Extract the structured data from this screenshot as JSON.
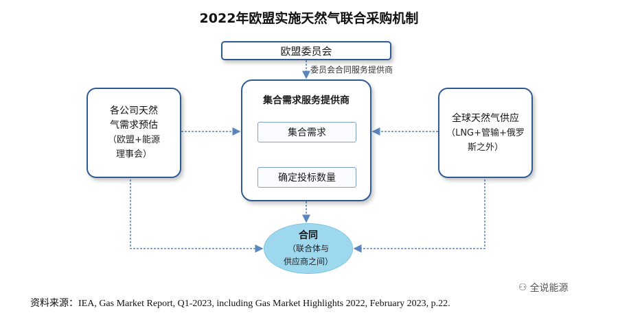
{
  "title": "2022年欧盟实施天然气联合采购机制",
  "eu_commission": "欧盟委员会",
  "arrow_label": "委员会合同服务提供商",
  "left_box": {
    "line1": "各公司天然",
    "line2": "气需求预估",
    "line3": "（欧盟+能源",
    "line4": "理事会）"
  },
  "center_box": {
    "title": "集合需求服务提供商",
    "step1": "集合需求",
    "step2": "确定投标数量"
  },
  "right_box": {
    "line1": "全球天然气供应",
    "line2": "（LNG+管输+俄罗",
    "line3": "斯之外）"
  },
  "contract": {
    "title": "合同",
    "line1": "（联合体与",
    "line2": "供应商之间）"
  },
  "source": "资料来源：IEA, Gas Market Report, Q1-2023, including Gas Market Highlights 2022, February 2023, p.22.",
  "watermark": "全说能源",
  "colors": {
    "border": "#2d5a95",
    "connector": "#5a86bd",
    "contract_fill": "#9ed8ee"
  }
}
